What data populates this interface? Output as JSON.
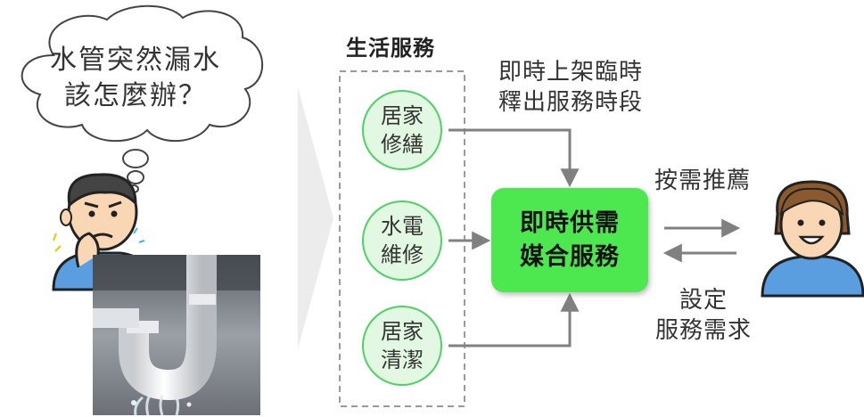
{
  "thought_bubble": {
    "line1": "水管突然漏水",
    "line2": "該怎麼辦？"
  },
  "section_title": "生活服務",
  "services": [
    {
      "line1": "居家",
      "line2": "修繕"
    },
    {
      "line1": "水電",
      "line2": "維修"
    },
    {
      "line1": "居家",
      "line2": "清潔"
    }
  ],
  "release_label": {
    "line1": "即時上架臨時",
    "line2": "釋出服務時段"
  },
  "matching": {
    "line1": "即時供需",
    "line2": "媒合服務"
  },
  "recommend_label": "按需推薦",
  "set_label": {
    "line1": "設定",
    "line2": "服務需求"
  },
  "colors": {
    "service_fill": "#e2f8e2",
    "service_border": "#4cd364",
    "match_fill": "#4de84f",
    "person_skin": "#fad7b4",
    "shirt": "#5a9ee0"
  }
}
